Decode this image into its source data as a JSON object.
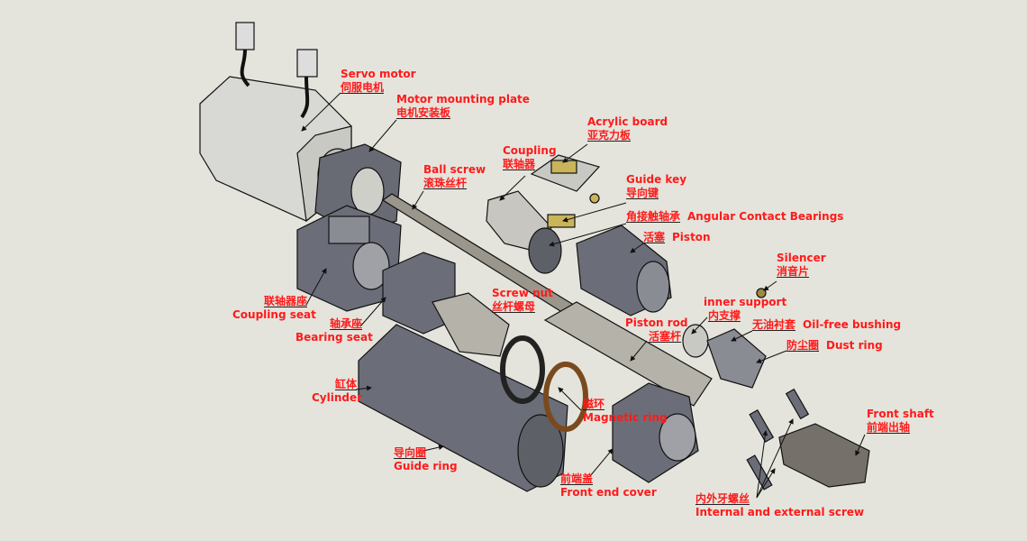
{
  "diagram": {
    "title": "Electric cylinder exploded view",
    "colors": {
      "background": "#e4e4dc",
      "label": "#ff1a1a",
      "part": "#6b6e78",
      "part_light": "#b9b7b0",
      "brass": "#c9b45a",
      "ring": "#7a4a1e"
    },
    "labels": {
      "servo_motor": {
        "en": "Servo motor",
        "zh": "伺服电机"
      },
      "motor_plate": {
        "en": "Motor mounting plate",
        "zh": "电机安装板"
      },
      "acrylic": {
        "en": "Acrylic board",
        "zh": "亚克力板"
      },
      "coupling": {
        "en": "Coupling",
        "zh": "联轴器"
      },
      "ball_screw": {
        "en": "Ball screw",
        "zh": "滚珠丝杆"
      },
      "guide_key": {
        "en": "Guide key",
        "zh": "导向键"
      },
      "bearings": {
        "en": "Angular Contact Bearings",
        "zh": "角接触轴承"
      },
      "piston": {
        "en": "Piston",
        "zh": "活塞"
      },
      "silencer": {
        "en": "Silencer",
        "zh": "消音片"
      },
      "inner_support": {
        "en": "inner support",
        "zh": "内支撑"
      },
      "bushing": {
        "en": "Oil-free bushing",
        "zh": "无油衬套"
      },
      "dust_ring": {
        "en": "Dust ring",
        "zh": "防尘圈"
      },
      "coupling_seat": {
        "en": "Coupling seat",
        "zh": "联轴器座"
      },
      "bearing_seat": {
        "en": "Bearing seat",
        "zh": "轴承座"
      },
      "screw_nut": {
        "en": "Screw nut",
        "zh": "丝杆螺母"
      },
      "piston_rod": {
        "en": "Piston rod",
        "zh": "活塞杆"
      },
      "cylinder": {
        "en": "Cylinder",
        "zh": "缸体"
      },
      "magnetic_ring": {
        "en": "Magnetic ring",
        "zh": "磁环"
      },
      "guide_ring": {
        "en": "Guide ring",
        "zh": "导向圈"
      },
      "front_cover": {
        "en": "Front end cover",
        "zh": "前端盖"
      },
      "front_shaft": {
        "en": "Front shaft",
        "zh": "前端出轴"
      },
      "screws": {
        "en": "Internal and external screw",
        "zh": "内外牙螺丝"
      }
    }
  }
}
